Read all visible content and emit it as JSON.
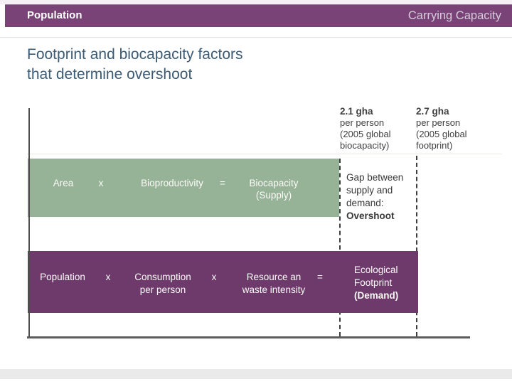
{
  "header": {
    "left_title": "Population",
    "right_title": "Carrying Capacity"
  },
  "title": {
    "line1": "Footprint and biocapacity factors",
    "line2": "that determine overshoot"
  },
  "diagram": {
    "biocapacity_label": {
      "value": "2.1 gha",
      "line2": "per person",
      "line3": "(2005 global",
      "line4": "biocapacity)"
    },
    "footprint_label": {
      "value": "2.7 gha",
      "line2": "per person",
      "line3": "(2005 global",
      "line4": "footprint)"
    },
    "gap_label": {
      "line1": "Gap between",
      "line2": "supply and",
      "line3": "demand:",
      "line4": "Overshoot"
    },
    "supply_bar": {
      "factor1": "Area",
      "operator1": "x",
      "factor2": "Bioproductivity",
      "equals": "=",
      "result_line1": "Biocapacity",
      "result_line2": "(Supply)"
    },
    "demand_bar": {
      "factor1": "Population",
      "operator1": "x",
      "factor2_line1": "Consumption",
      "factor2_line2": "per person",
      "operator2": "x",
      "factor3_line1": "Resource an",
      "factor3_line2": "waste intensity",
      "equals": "=",
      "result_line1": "Ecological",
      "result_line2": "Footprint",
      "result_line3": "(Demand)"
    },
    "colors": {
      "header_bar": "#7a4377",
      "supply_bar": "#97b397",
      "demand_bar": "#6d3a6b",
      "title_text": "#3d5a73"
    }
  }
}
